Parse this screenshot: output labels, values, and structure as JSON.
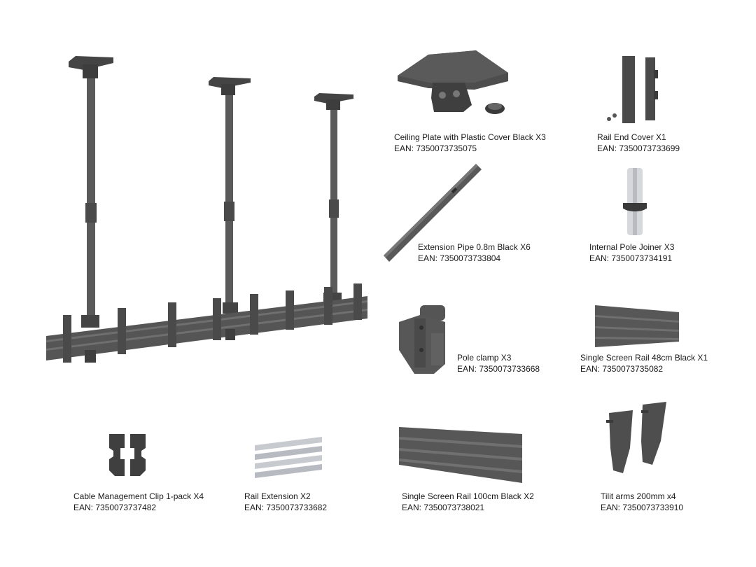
{
  "colors": {
    "background": "#ffffff",
    "metal_dark": "#4a4a4a",
    "metal_mid": "#5d5d5d",
    "metal_light": "#777777",
    "aluminium": "#c9ccd1",
    "text": "#1a1a1a"
  },
  "parts": [
    {
      "name": "Ceiling Plate with Plastic Cover Black X3",
      "ean": "EAN: 7350073735075",
      "icon": "ceiling-plate-icon"
    },
    {
      "name": "Rail End Cover X1",
      "ean": "EAN: 7350073733699",
      "icon": "rail-end-cover-icon"
    },
    {
      "name": "Extension Pipe 0.8m Black X6",
      "ean": "EAN: 7350073733804",
      "icon": "extension-pipe-icon"
    },
    {
      "name": "Internal Pole Joiner X3",
      "ean": "EAN: 7350073734191",
      "icon": "pole-joiner-icon"
    },
    {
      "name": "Pole clamp X3",
      "ean": "EAN: 7350073733668",
      "icon": "pole-clamp-icon"
    },
    {
      "name": "Single Screen Rail 48cm Black X1",
      "ean": "EAN: 7350073735082",
      "icon": "short-rail-icon"
    },
    {
      "name": "Cable Management Clip 1-pack X4",
      "ean": "EAN: 7350073737482",
      "icon": "cable-clip-icon"
    },
    {
      "name": "Rail Extension X2",
      "ean": "EAN: 7350073733682",
      "icon": "rail-extension-icon"
    },
    {
      "name": "Single Screen Rail 100cm Black X2",
      "ean": "EAN: 7350073738021",
      "icon": "long-rail-icon"
    },
    {
      "name": "Tilit arms 200mm x4",
      "ean": "EAN: 7350073733910",
      "icon": "tilt-arms-icon"
    }
  ],
  "assembly": {
    "icon": "ceiling-mount-assembly-icon"
  }
}
